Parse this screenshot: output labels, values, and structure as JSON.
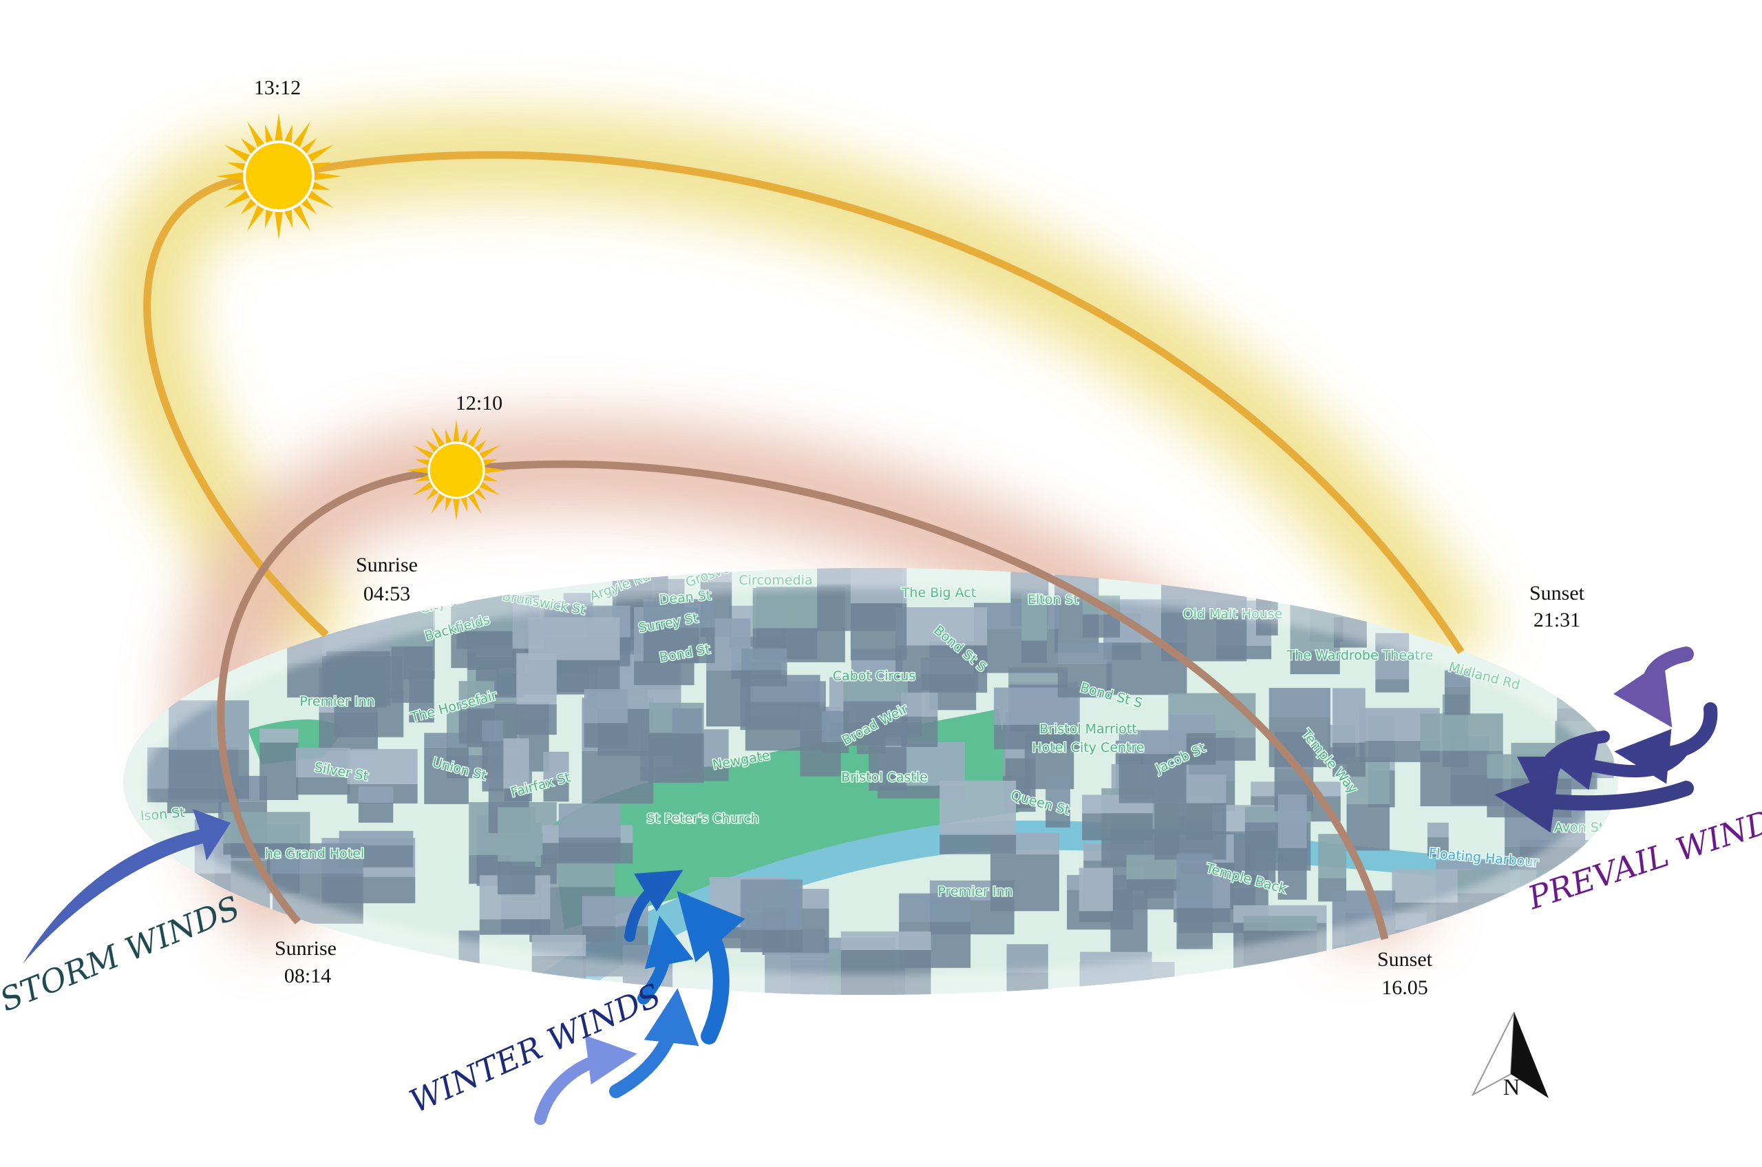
{
  "sun_paths": {
    "summer": {
      "peak_time": "13:12",
      "sunrise_label": "Sunrise",
      "sunrise_time": "04:53",
      "sunset_label": "Sunset",
      "sunset_time": "21:31",
      "color": "#e6ad3a",
      "glow": "#efe08a"
    },
    "winter": {
      "peak_time": "12:10",
      "sunrise_label": "Sunrise",
      "sunrise_time": "08:14",
      "sunset_label": "Sunset",
      "sunset_time": "16.05",
      "color": "#b08570",
      "glow": "#e8bfae"
    }
  },
  "winds": {
    "storm": {
      "label": "STORM WINDS",
      "color": "#1f4a52",
      "arrow_color": "#4a62b8"
    },
    "winter": {
      "label": "WINTER WINDS",
      "color": "#1c2a7a",
      "arrow_color": "#1a6fd0"
    },
    "prevail": {
      "label": "PREVAIL WINDS",
      "color": "#6a1a8a",
      "arrow_color": "#3d3f8c"
    }
  },
  "compass": {
    "label": "N"
  },
  "map": {
    "labels": [
      "City Rd",
      "Backfields",
      "Brunswick St",
      "Argyle Rd",
      "Grosvenor",
      "Dean St",
      "Circomedia",
      "Surrey St",
      "Bond St",
      "Premier Inn",
      "The Horsefair",
      "Silver St",
      "Union St",
      "Fairfax St",
      "Newgate",
      "Broad Weir",
      "St Peter's Church",
      "Bristol Castle",
      "Cabot Circus",
      "The Big Act",
      "Elton St",
      "Bond St S",
      "Bond St S",
      "Bristol Marriott",
      "Hotel City Centre",
      "Jacob St",
      "Queen St",
      "Old Malt House",
      "The Wardrobe Theatre",
      "Midland Rd",
      "Temple Way",
      "Avon St",
      "Floating Harbour",
      "Temple Back",
      "Premier Inn",
      "lson St",
      "he Grand Hotel"
    ],
    "colors": {
      "ground": "#dcefe6",
      "park": "#5fbf94",
      "water": "#7cc4d8",
      "building": "#8fa3b6"
    }
  }
}
